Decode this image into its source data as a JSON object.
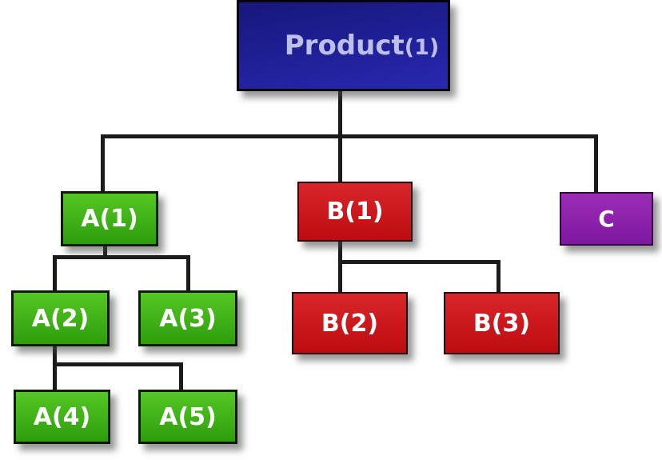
{
  "diagram": {
    "type": "tree",
    "root": "product",
    "edges": [
      [
        "product",
        "a1"
      ],
      [
        "product",
        "b1"
      ],
      [
        "product",
        "c"
      ],
      [
        "a1",
        "a2"
      ],
      [
        "a1",
        "a3"
      ],
      [
        "a2",
        "a4"
      ],
      [
        "a2",
        "a5"
      ],
      [
        "b1",
        "b2"
      ],
      [
        "b1",
        "b3"
      ]
    ]
  },
  "nodes": {
    "product": {
      "label": "Product",
      "suffix": "(1)",
      "color_key": "blue"
    },
    "a1": {
      "label": "A(1)",
      "color_key": "green"
    },
    "a2": {
      "label": "A(2)",
      "color_key": "green"
    },
    "a3": {
      "label": "A(3)",
      "color_key": "green"
    },
    "a4": {
      "label": "A(4)",
      "color_key": "green"
    },
    "a5": {
      "label": "A(5)",
      "color_key": "green"
    },
    "b1": {
      "label": "B(1)",
      "color_key": "red"
    },
    "b2": {
      "label": "B(2)",
      "color_key": "red"
    },
    "b3": {
      "label": "B(3)",
      "color_key": "red"
    },
    "c": {
      "label": "C",
      "color_key": "purple"
    }
  },
  "colors": {
    "background": "#ffffff",
    "connector": "#1b1b1b",
    "blue_top": "#17177c",
    "blue_bottom": "#2828b0",
    "green_top": "#54c723",
    "green_bottom": "#2e9d0d",
    "red_top": "#d8262a",
    "red_bottom": "#bd0c10",
    "purple_top": "#9b2db6",
    "purple_bottom": "#7f17a0",
    "product_text": "#bcc0e8",
    "node_text": "#ffffff"
  }
}
